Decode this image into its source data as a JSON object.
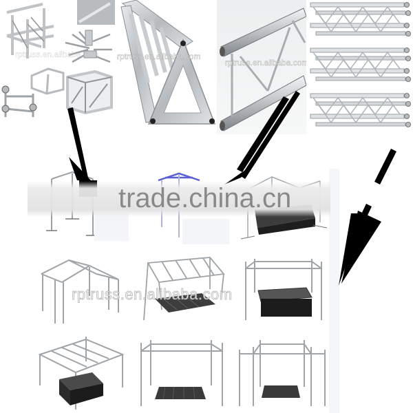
{
  "collage": {
    "description": "Aluminum truss components leading to assembled stage roof truss structures",
    "top_row": [
      {
        "id": "truss-fittings",
        "subject": "truss corner blocks, spigots and pins"
      },
      {
        "id": "triangle-truss",
        "subject": "triangle truss section"
      },
      {
        "id": "ladder-truss",
        "subject": "ladder (flat) truss section"
      },
      {
        "id": "square-truss",
        "subject": "three square truss sections"
      }
    ],
    "stage_grid": [
      {
        "row": 1,
        "items": [
          "stage roof with lighting",
          "stage roof with blue lighting",
          "pitched roof with stage deck"
        ]
      },
      {
        "row": 2,
        "items": [
          "pitched roof truss frame",
          "flat roof truss with stage deck",
          "goal-post truss with stage deck"
        ]
      },
      {
        "row": 3,
        "items": [
          "large roof truss with raised stage",
          "goal-post truss with stage",
          "goal-post truss with wings and stage"
        ]
      }
    ]
  },
  "watermarks": {
    "primary": "trade.china.cn",
    "secondary": "rptruss.en.alibaba.com",
    "small_1": "rptruss.en.alibaba.com",
    "small_2": "rptruss.en.alibaba.com"
  },
  "colors": {
    "metal": "#c9ccce",
    "metal_dark": "#8d9195",
    "deck": "#2b2b2b",
    "arrow": "#000000",
    "watermark_grey": "#6e6e6e"
  }
}
